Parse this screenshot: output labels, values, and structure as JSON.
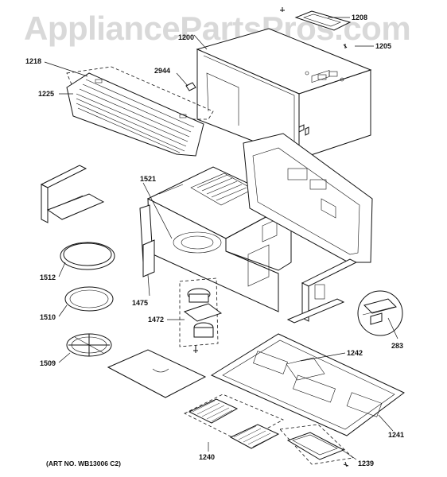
{
  "watermark": "AppliancePartsPros.com",
  "caption": "(ART NO. WB13006 C2)",
  "callouts": [
    {
      "id": "c1208",
      "text": "1208"
    },
    {
      "id": "c1205",
      "text": "1205"
    },
    {
      "id": "c1200",
      "text": "1200"
    },
    {
      "id": "c1218",
      "text": "1218"
    },
    {
      "id": "c2944",
      "text": "2944"
    },
    {
      "id": "c1225",
      "text": "1225"
    },
    {
      "id": "c1521",
      "text": "1521"
    },
    {
      "id": "c1512",
      "text": "1512"
    },
    {
      "id": "c1510",
      "text": "1510"
    },
    {
      "id": "c1475",
      "text": "1475"
    },
    {
      "id": "c1472",
      "text": "1472"
    },
    {
      "id": "c1509",
      "text": "1509"
    },
    {
      "id": "c1242",
      "text": "1242"
    },
    {
      "id": "c283",
      "text": "283"
    },
    {
      "id": "c1241",
      "text": "1241"
    },
    {
      "id": "c1240",
      "text": "1240"
    },
    {
      "id": "c1239",
      "text": "1239"
    }
  ]
}
